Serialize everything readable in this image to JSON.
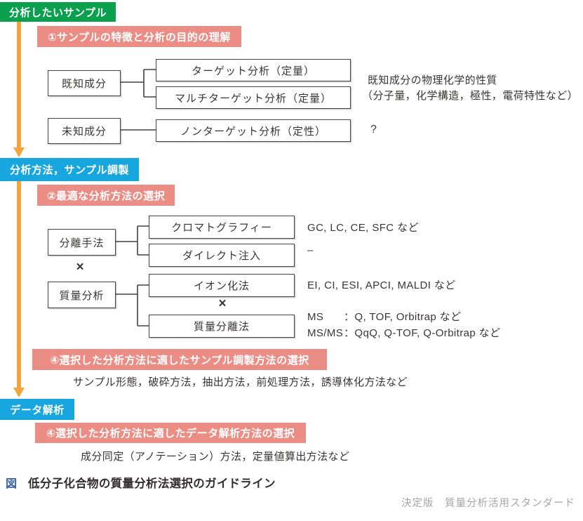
{
  "colors": {
    "green": "#0aa04e",
    "blue": "#17a7de",
    "pink": "#eb8d85",
    "orange": "#f3a43c",
    "line": "#473e3e",
    "ink": "#3b3434",
    "caption-blue": "#3465a8",
    "watermark-gray": "#a5a5a5"
  },
  "stages": {
    "sample": "分析したいサンプル",
    "method": "分析方法，サンプル調製",
    "data": "データ解析"
  },
  "steps": {
    "s1": "①サンプルの特徴と分析の目的の理解",
    "s2": "②最適な分析方法の選択",
    "s3": "④選択した分析方法に適したサンプル調製方法の選択",
    "s4": "④選択した分析方法に適したデータ解析方法の選択"
  },
  "boxes": {
    "known": "既知成分",
    "target": "ターゲット分析（定量）",
    "multitarget": "マルチターゲット分析（定量）",
    "unknown": "未知成分",
    "nontarget": "ノンターゲット分析（定性）",
    "separation": "分離手法",
    "chromatography": "クロマトグラフィー",
    "direct": "ダイレクト注入",
    "ms": "質量分析",
    "ionization": "イオン化法",
    "mass_separation": "質量分離法"
  },
  "operators": {
    "times1": "×",
    "times2": "×"
  },
  "notes": {
    "known1": "既知成分の物理化学的性質",
    "known2": "（分子量，化学構造，極性，電荷特性など）",
    "unknown": "?",
    "chromatography": "GC, LC, CE, SFC など",
    "direct": "–",
    "ionization": "EI, CI, ESI, APCI, MALDI など",
    "ms_label": "MS",
    "ms_value": "：Q, TOF, Orbitrap など",
    "msms_label": "MS/MS",
    "msms_value": "：QqQ, Q-TOF, Q-Orbitrap など",
    "prep": "サンプル形態，破砕方法，抽出方法，前処理方法，誘導体化方法など",
    "data": "成分同定（アノテーション）方法，定量値算出方法など"
  },
  "caption": {
    "prefix": "図",
    "title": "低分子化合物の質量分析法選択のガイドライン"
  },
  "footer": {
    "watermark": "決定版　質量分析活用スタンダード"
  }
}
